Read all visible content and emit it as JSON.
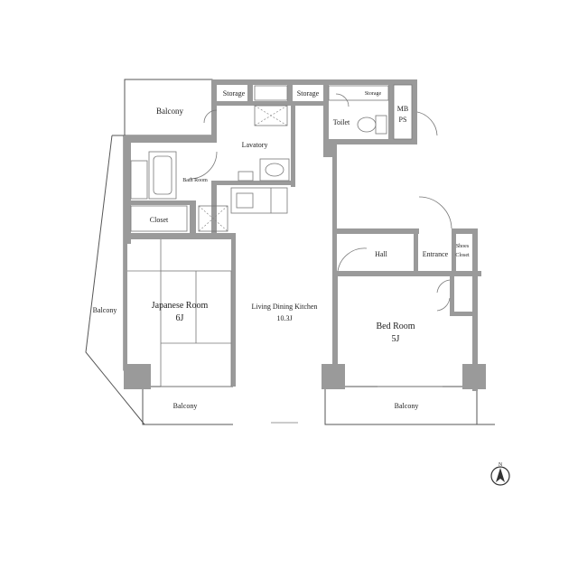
{
  "rooms": {
    "balcony_top": "Balcony",
    "storage_1": "Storage",
    "storage_2": "Storage",
    "storage_3": "Storage",
    "lavatory": "Lavatory",
    "toilet": "Toilet",
    "mb": "MB",
    "ps": "PS",
    "bath_room": "Bath Room",
    "closet": "Closet",
    "hall": "Hall",
    "entrance": "Entrance",
    "shoes_1": "Shoes",
    "shoes_2": "Closet",
    "balcony_left": "Balcony",
    "japanese_room": "Japanese Room",
    "japanese_size": "6J",
    "ldk": "Living Dining Kitchen",
    "ldk_size": "10.3J",
    "bed_room": "Bed Room",
    "bed_size": "5J",
    "balcony_bottom_left": "Balcony",
    "balcony_bottom_right": "Balcony"
  },
  "compass": {
    "label": "N"
  }
}
